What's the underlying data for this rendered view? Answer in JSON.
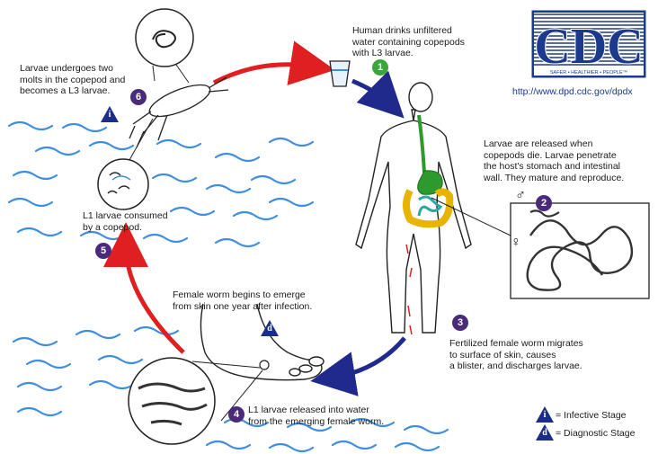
{
  "logo": {
    "text": "CDC",
    "tagline": "SAFER • HEALTHIER • PEOPLE™"
  },
  "url": "http://www.dpd.cdc.gov/dpdx",
  "steps": {
    "s1": {
      "num": "1",
      "text": "Human drinks unfiltered\nwater containing copepods\nwith L3 larvae."
    },
    "s2": {
      "num": "2",
      "text": "Larvae are released when\ncopepods die.  Larvae penetrate\nthe host's stomach and intestinal\nwall.  They mature and reproduce."
    },
    "s3": {
      "num": "3",
      "text": "Fertilized female worm migrates\nto surface of skin, causes\na blister, and discharges larvae."
    },
    "s4": {
      "num": "4",
      "text": "L1 larvae released into water\nfrom the emerging female worm."
    },
    "s5": {
      "num": "5",
      "text": "L1 larvae consumed\nby a copepod."
    },
    "s6": {
      "num": "6",
      "text": "Larvae undergoes two\nmolts in the copepod and\nbecomes a L3 larvae."
    },
    "d": {
      "text": "Female worm begins to emerge\nfrom skin one year after infection."
    }
  },
  "stage_marks": {
    "infective": "i",
    "diagnostic": "d"
  },
  "legend": {
    "infective": "= Infective Stage",
    "diagnostic": "= Diagnostic Stage"
  },
  "sex_symbols": {
    "male": "♂",
    "female": "♀"
  },
  "colors": {
    "step_purple": "#4a2a7a",
    "step_green": "#3aa63a",
    "marker_blue": "#1b2d86",
    "arrow_red": "#e02020",
    "arrow_blue": "#1f2a8c",
    "water": "#3f8de0",
    "gut_green": "#2e9a2e",
    "gut_yellow": "#e8b400",
    "intestine": "#2aa9a3"
  }
}
